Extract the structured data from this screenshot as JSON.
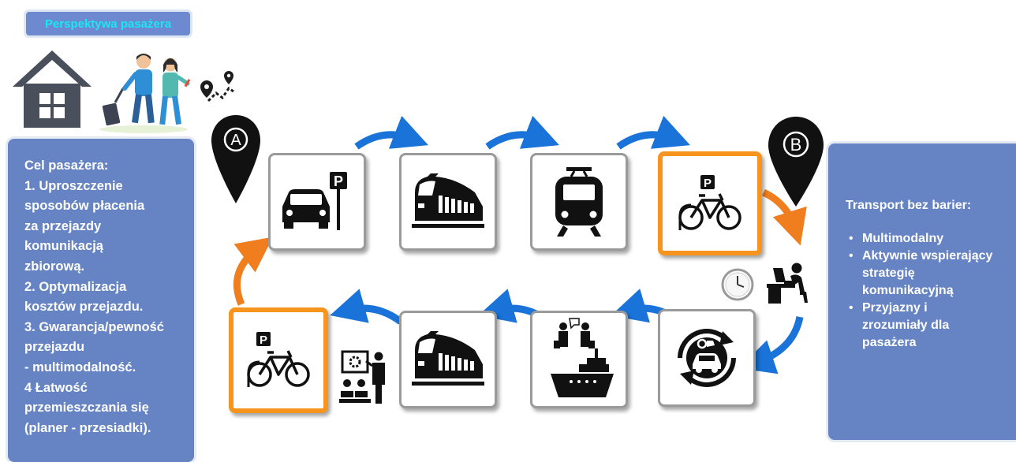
{
  "header": {
    "title": "Perspektywa pasażera"
  },
  "left_panel": {
    "lines": [
      "Cel pasażera:",
      "1. Uproszczenie",
      "sposobów płacenia",
      "za przejazdy",
      "komunikacją",
      "zbiorową.",
      "2. Optymalizacja",
      "kosztów przejazdu.",
      "3. Gwarancja/pewność",
      "przejazdu",
      "- multimodalność.",
      "4 Łatwość",
      "przemieszczania się",
      "(planer - przesiadki)."
    ]
  },
  "right_panel": {
    "title": "Transport bez barier:",
    "items": [
      "Multimodalny",
      "Aktywnie wspierający strategię komunikacyjną",
      "Przyjazny i zrozumiały dla pasażera"
    ]
  },
  "markers": {
    "start": "A",
    "end": "B"
  },
  "parking_label": "P",
  "colors": {
    "panel": "#6684c4",
    "title_text": "#18e8f2",
    "accent_orange": "#f7941d",
    "arrow_blue": "#1a73d8",
    "arrow_orange": "#f07d1e"
  }
}
